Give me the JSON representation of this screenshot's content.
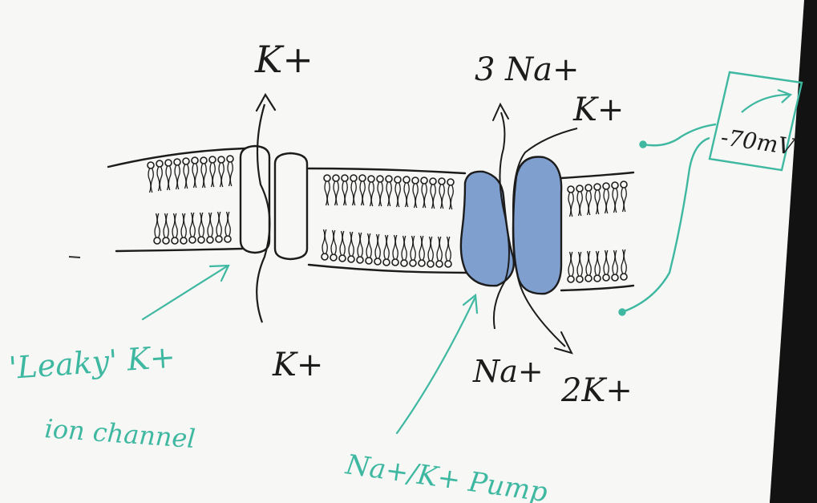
{
  "colors": {
    "board": "#f7f7f5",
    "ink_black": "#1c1c1c",
    "ink_teal": "#3fb8a2",
    "pump_blue": "#7f9fcf"
  },
  "labels": {
    "k_top": "K+",
    "k_bottom": "K+",
    "na3_top": "3 Na+",
    "k_pump_top": "K+",
    "na_bottom": "Na+",
    "k2_bottom": "2K+",
    "voltmeter": "-70mV",
    "leaky_line1": "'Leaky' K+",
    "leaky_line2": "ion channel",
    "pump_label": "Na+/K+ Pump"
  }
}
